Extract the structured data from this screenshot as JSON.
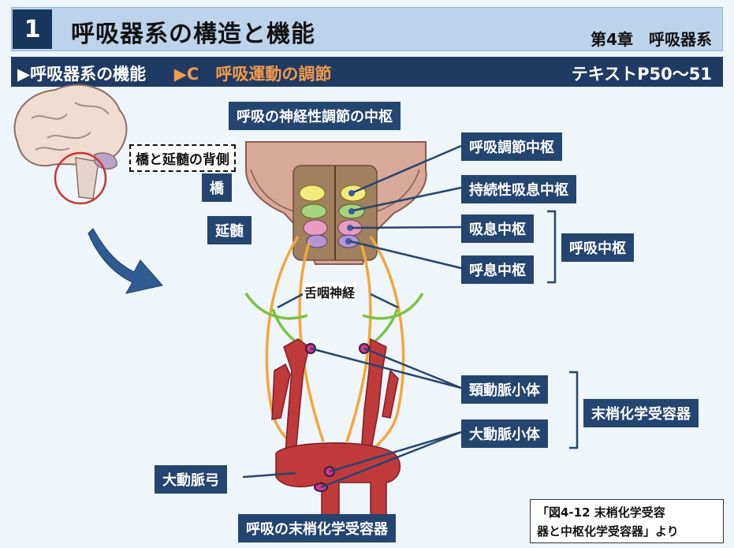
{
  "header": {
    "number": "1",
    "title": "呼吸器系の構造と機能",
    "chapter": "第4章　呼吸器系"
  },
  "subheader": {
    "prefix": "▶呼吸器系の機能",
    "accent": "▶C　呼吸運動の調節",
    "text_ref": "テキストP50～51"
  },
  "labels": {
    "central_title": "呼吸の神経性調節の中枢",
    "pons_medulla_dorsal": "橋と延髄の背側",
    "pons": "橋",
    "medulla": "延髄",
    "pneumotaxic": "呼吸調節中枢",
    "apneustic": "持続性吸息中枢",
    "inspiratory": "吸息中枢",
    "expiratory": "呼息中枢",
    "respiratory_center": "呼吸中枢",
    "glossopharyngeal": "舌咽神経",
    "carotid_body": "頸動脈小体",
    "aortic_body": "大動脈小体",
    "peripheral_chemo": "末梢化学受容器",
    "aortic_arch": "大動脈弓",
    "peripheral_title": "呼吸の末梢化学受容器"
  },
  "reference": {
    "line1": "「図4-12 末梢化学受容",
    "line2": "器と中枢化学受容器」より"
  },
  "colors": {
    "dark_navy": "#17365d",
    "label_bg": "#24456f",
    "accent_orange": "#f39a4b",
    "title_bg": "#bcd3ec",
    "artery_red": "#c0393b",
    "nerve_orange": "#f4a63a",
    "nerve_green": "#7cc242"
  }
}
